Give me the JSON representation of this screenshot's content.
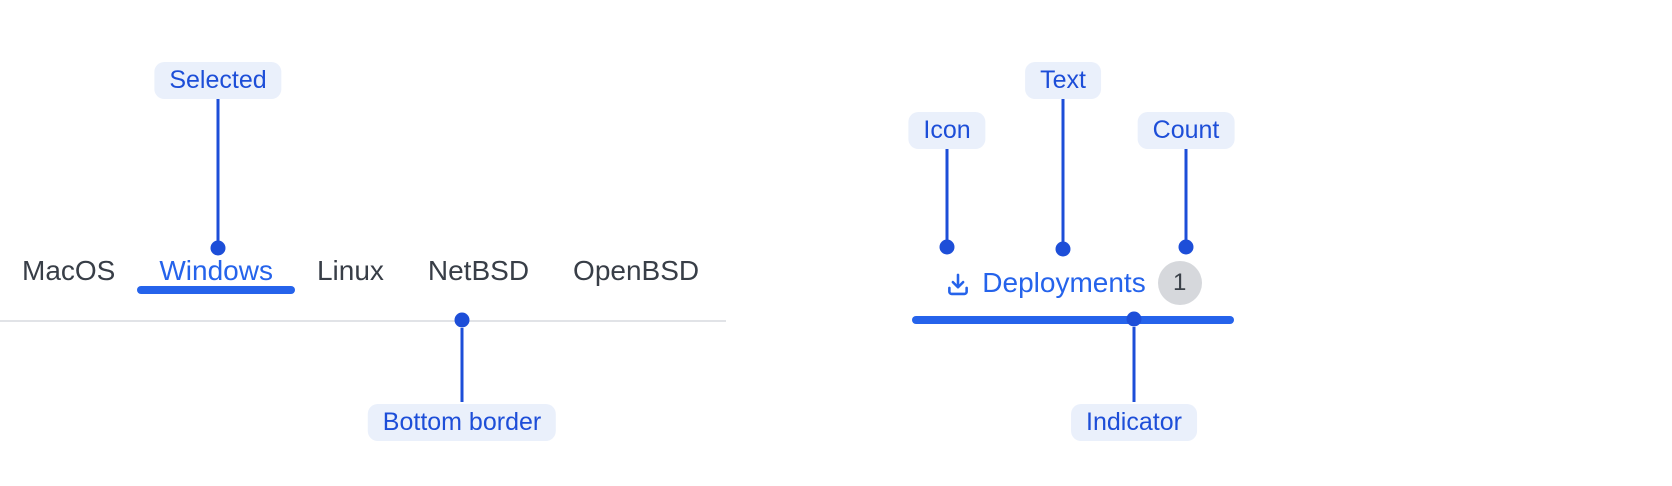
{
  "os_tab_bar": {
    "tabs": [
      {
        "label": "MacOS",
        "selected": false
      },
      {
        "label": "Windows",
        "selected": true
      },
      {
        "label": "Linux",
        "selected": false
      },
      {
        "label": "NetBSD",
        "selected": false
      },
      {
        "label": "OpenBSD",
        "selected": false
      }
    ]
  },
  "deployment_tab": {
    "label": "Deployments",
    "count": "1",
    "icon": "download-icon"
  },
  "annotations": {
    "selected": {
      "label": "Selected"
    },
    "bottom_border": {
      "label": "Bottom border"
    },
    "icon": {
      "label": "Icon"
    },
    "text": {
      "label": "Text"
    },
    "count": {
      "label": "Count"
    },
    "indicator": {
      "label": "Indicator"
    }
  },
  "colors": {
    "accent_blue": "#2563EB",
    "annotation_blue": "#1D4ED8",
    "annotation_pill_bg": "#EAF0FB",
    "inactive_tab_text": "#383E47",
    "divider_gray": "#E1E3E7",
    "badge_bg": "#D6D8DC"
  }
}
